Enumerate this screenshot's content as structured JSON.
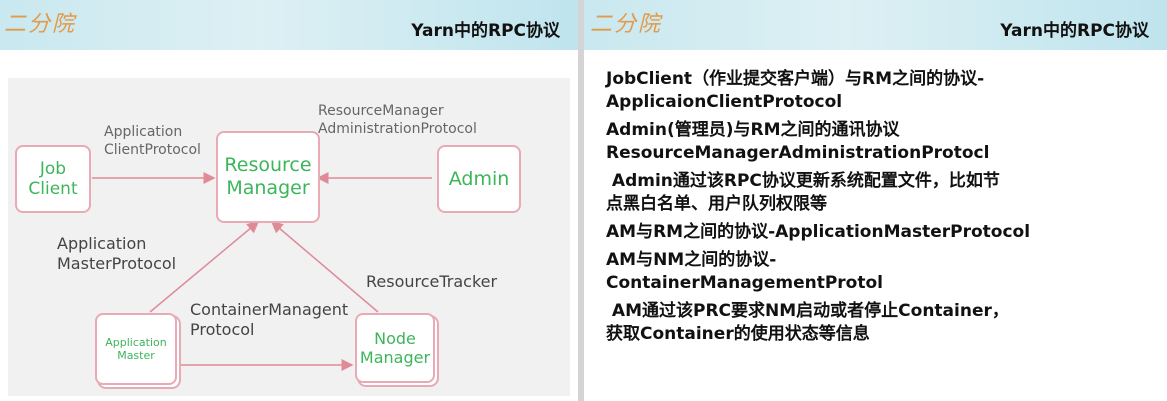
{
  "left_slide": {
    "logo_text": "二分院",
    "title": "Yarn中的RPC协议",
    "diagram": {
      "nodes": {
        "job_client": "Job\nClient",
        "resource_manager": "Resource\nManager",
        "admin": "Admin",
        "application_master": "Application\nMaster",
        "node_manager": "Node\nManager"
      },
      "edges": {
        "application_client_protocol": "Application\nClientProtocol",
        "resource_manager_administration_protocol": "ResourceManager\nAdministrationProtocol",
        "application_master_protocol": "Application\nMasterProtocol",
        "resource_tracker": "ResourceTracker",
        "container_managent_protocol": "ContainerManagent\nProtocol"
      }
    }
  },
  "right_slide": {
    "logo_text": "二分院",
    "title": "Yarn中的RPC协议",
    "items": [
      {
        "line1": "JobClient（作业提交客户端）与RM之间的协议-",
        "line2": "ApplicaionClientProtocol"
      },
      {
        "line1": "Admin(管理员)与RM之间的通讯协议",
        "line2": "ResourceManagerAdministrationProtocl"
      },
      {
        "line1": " Admin通过该RPC协议更新系统配置文件，比如节",
        "line2": "点黑白名单、用户队列权限等"
      },
      {
        "line1": "AM与RM之间的协议-ApplicationMasterProtocol",
        "line2": ""
      },
      {
        "line1": "AM与NM之间的协议-",
        "line2": "ContainerManagementProtol"
      },
      {
        "line1": " AM通过该PRC要求NM启动或者停止Container，",
        "line2": "获取Container的使用状态等信息"
      }
    ]
  }
}
